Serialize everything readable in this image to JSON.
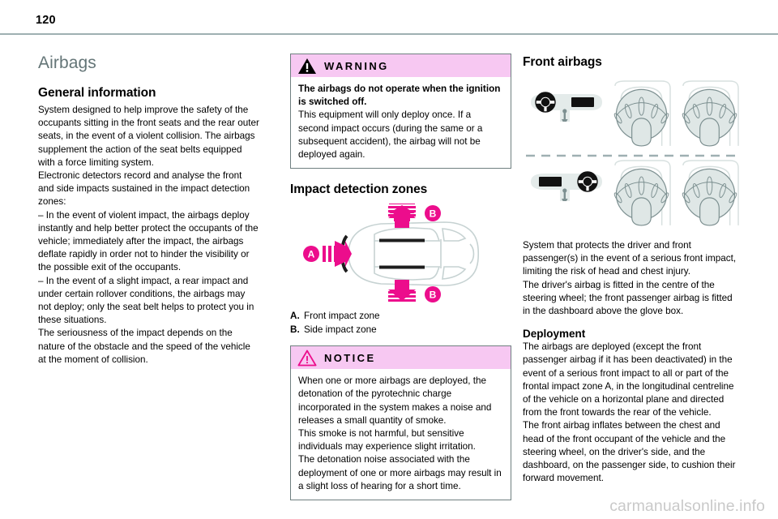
{
  "header": {
    "page_number": "120"
  },
  "left_column": {
    "section_title": "Airbags",
    "heading": "General information",
    "paragraphs": [
      "System designed to help improve the safety of the occupants sitting in the front seats and the rear outer seats, in the event of a violent collision. The airbags supplement the action of the seat belts equipped with a force limiting system.",
      "Electronic detectors record and analyse the front and side impacts sustained in the impact detection zones:",
      "–  In the event of violent impact, the airbags deploy instantly and help better protect the occupants of the vehicle; immediately after the impact, the airbags deflate rapidly in order not to hinder the visibility or the possible exit of the occupants.",
      "–  In the event of a slight impact, a rear impact and under certain rollover conditions, the airbags may not deploy; only the seat belt helps to protect you in these situations.",
      "The seriousness of the impact depends on the nature of the obstacle and the speed of the vehicle at the moment of collision."
    ]
  },
  "middle_column": {
    "warning": {
      "title": "WARNING",
      "icon": "warning-triangle-filled-icon",
      "bold_text": "The airbags do not operate when the ignition is switched off.",
      "text": "This equipment will only deploy once. If a second impact occurs (during the same or a subsequent accident), the airbag will not be deployed again."
    },
    "impact_heading": "Impact detection zones",
    "figure": {
      "name": "impact-detection-zones-diagram",
      "markers": [
        "A",
        "B",
        "B"
      ]
    },
    "legend": [
      {
        "label": "A.",
        "text": "Front impact zone"
      },
      {
        "label": "B.",
        "text": "Side impact zone"
      }
    ],
    "notice": {
      "title": "NOTICE",
      "icon": "notice-triangle-outline-icon",
      "paragraphs": [
        "When one or more airbags are deployed, the detonation of the pyrotechnic charge incorporated in the system makes a noise and releases a small quantity of smoke.",
        "This smoke is not harmful, but sensitive individuals may experience slight irritation.",
        "The detonation noise associated with the deployment of one or more airbags may result in a slight loss of hearing for a short time."
      ]
    }
  },
  "right_column": {
    "heading": "Front airbags",
    "figure": {
      "name": "front-airbags-diagram"
    },
    "paragraphs": [
      "System that protects the driver and front passenger(s) in the event of a serious front impact, limiting the risk of head and chest injury.",
      "The driver's airbag is fitted in the centre of the steering wheel; the front passenger airbag is fitted in the dashboard above the glove box."
    ],
    "deployment_heading": "Deployment",
    "deployment_paragraphs": [
      "The airbags are deployed (except the front passenger airbag if it has been deactivated) in the event of a serious front impact to all or part of the frontal impact zone A, in the longitudinal centreline of the vehicle on a horizontal plane and directed from the front towards the rear of the vehicle.",
      "The front airbag inflates between the chest and head of the front occupant of the vehicle and the steering wheel, on the driver's side, and the dashboard, on the passenger side, to cushion their forward movement."
    ]
  },
  "watermark": {
    "text": "carmanualsonline.info"
  },
  "colors": {
    "rule": "#9fb0b2",
    "section_title": "#647577",
    "callout_header_bg": "#f7c8f2",
    "callout_border": "#6f7f80",
    "magenta": "#ec0d8c",
    "diagram_line": "#c9d4d4",
    "diagram_fill": "#dde5e4",
    "watermark": "#c9c9c9"
  }
}
